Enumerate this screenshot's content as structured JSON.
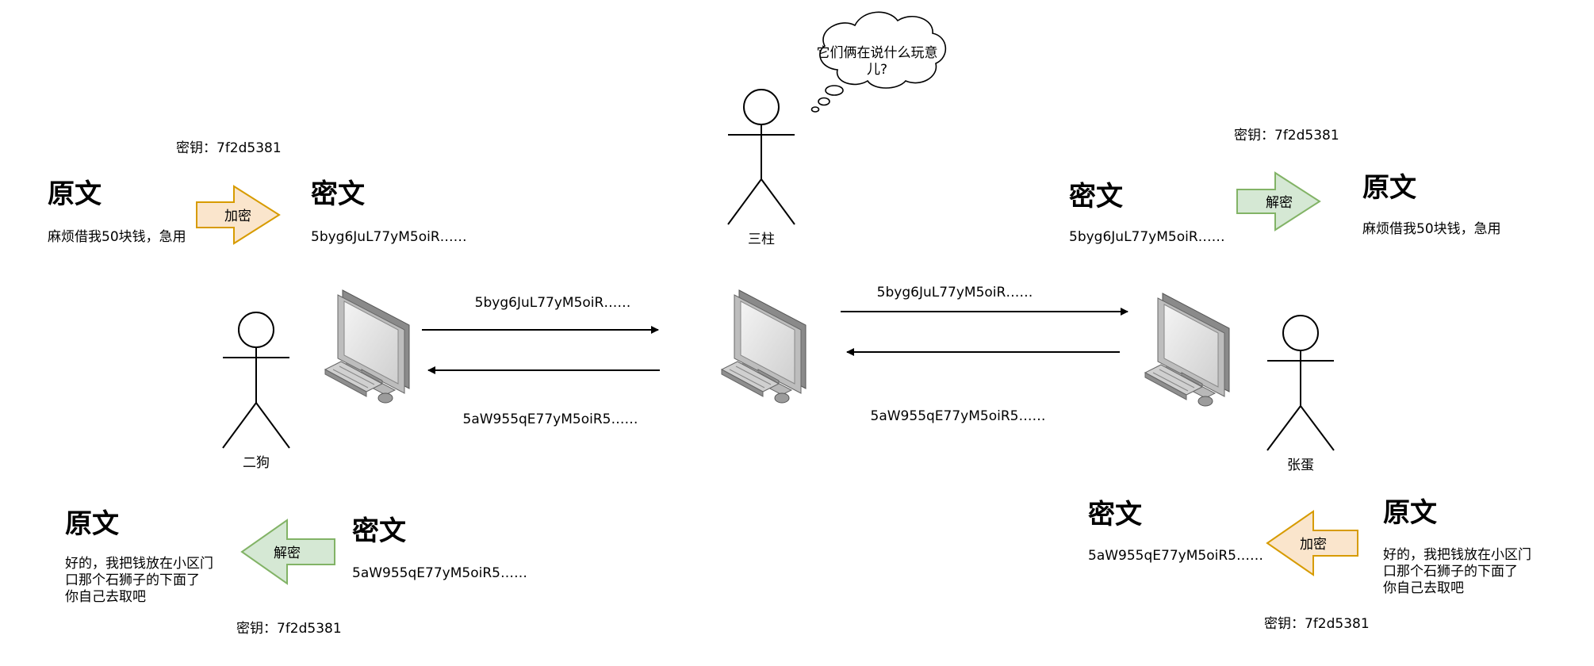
{
  "people": {
    "ergou": "二狗",
    "sanzhu": "三柱",
    "zhangdan": "张蛋"
  },
  "thought": [
    "它们俩在说什么玩意",
    "儿?"
  ],
  "blocks": {
    "tl": {
      "key": "密钥：7f2d5381",
      "plain_title": "原文",
      "plain_text": [
        "麻烦借我50块钱，急用"
      ],
      "arrow": "加密",
      "cipher_title": "密文",
      "cipher_text": "5byg6JuL77yM5oiR……"
    },
    "tr": {
      "key": "密钥：7f2d5381",
      "cipher_title": "密文",
      "cipher_text": "5byg6JuL77yM5oiR……",
      "arrow": "解密",
      "plain_title": "原文",
      "plain_text": [
        "麻烦借我50块钱，急用"
      ]
    },
    "bl": {
      "plain_title": "原文",
      "plain_text": [
        "好的，我把钱放在小区门",
        "口那个石狮子的下面了",
        "你自己去取吧"
      ],
      "arrow": "解密",
      "cipher_title": "密文",
      "cipher_text": "5aW955qE77yM5oiR5……",
      "key": "密钥：7f2d5381"
    },
    "br": {
      "cipher_title": "密文",
      "cipher_text": "5aW955qE77yM5oiR5……",
      "arrow": "加密",
      "plain_title": "原文",
      "plain_text": [
        "好的，我把钱放在小区门",
        "口那个石狮子的下面了",
        "你自己去取吧"
      ],
      "key": "密钥：7f2d5381"
    }
  },
  "transmissions": {
    "left_top": "5byg6JuL77yM5oiR……",
    "left_bottom": "5aW955qE77yM5oiR5……",
    "right_top": "5byg6JuL77yM5oiR……",
    "right_bottom": "5aW955qE77yM5oiR5……"
  },
  "colors": {
    "encrypt_fill": "#fae5cc",
    "encrypt_stroke": "#d79b00",
    "decrypt_fill": "#d5e8d4",
    "decrypt_stroke": "#82b366",
    "line": "#000000"
  },
  "icons": {
    "person": "stick-figure-icon",
    "computer": "desktop-computer-icon",
    "thought": "thought-cloud-icon"
  }
}
